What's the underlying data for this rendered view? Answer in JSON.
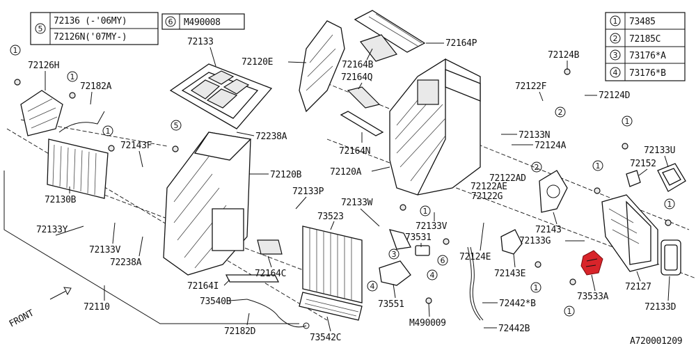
{
  "diagram_id": "A720001209",
  "front_label": "FRONT",
  "legend_circled_5_6": [
    {
      "marker": "5",
      "rows": [
        "72136 (-'06MY)",
        "72126N('07MY-)"
      ]
    },
    {
      "marker": "6",
      "rows": [
        "M490008"
      ]
    }
  ],
  "legend_circled_1_4": [
    {
      "marker": "1",
      "part": "73485"
    },
    {
      "marker": "2",
      "part": "72185C"
    },
    {
      "marker": "3",
      "part": "73176*A"
    },
    {
      "marker": "4",
      "part": "73176*B"
    }
  ],
  "part_labels": [
    "72133",
    "72120E",
    "72164B",
    "72164P",
    "72124B",
    "72126H",
    "72182A",
    "72164Q",
    "72122F",
    "72124D",
    "72238A",
    "72133N",
    "72124A",
    "72143F",
    "72120B",
    "72164N",
    "72120A",
    "72133U",
    "72122AD",
    "72152",
    "72122AE",
    "72130B",
    "72133P",
    "72122G",
    "72133W",
    "73523",
    "72133V",
    "72133Y",
    "72133V",
    "72143",
    "73531",
    "72133G",
    "72238A",
    "72124E",
    "72143E",
    "72164C",
    "72164I",
    "72127",
    "73533A",
    "72110",
    "73551",
    "72442*B",
    "73540B",
    "72133D",
    "M490009",
    "72182D",
    "72442B",
    "73542C"
  ],
  "circled_markers": [
    "1",
    "2",
    "3",
    "4",
    "5",
    "6"
  ]
}
